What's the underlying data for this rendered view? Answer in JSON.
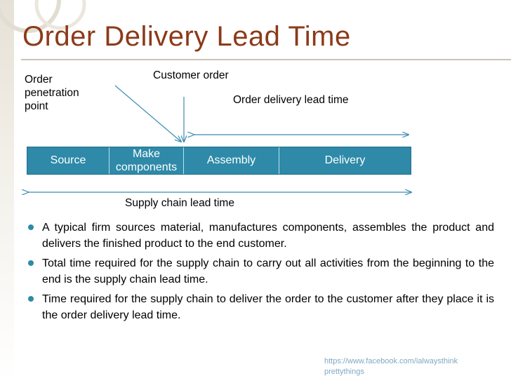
{
  "title": "Order Delivery Lead Time",
  "labels": {
    "order_penetration": "Order penetration point",
    "customer_order": "Customer order",
    "order_delivery_lead_time": "Order delivery lead time",
    "supply_chain_lead_time": "Supply chain lead time"
  },
  "chain": [
    "Source",
    "Make components",
    "Assembly",
    "Delivery"
  ],
  "bullets": [
    "A typical firm sources material, manufactures components, assembles the product and delivers the finished product to the end customer.",
    "Total time required for the supply chain to carry out all activities from the beginning to the end is the supply chain lead time.",
    "Time required for the supply chain to deliver the order to the customer after they place it is the order delivery lead time."
  ],
  "footer": "https://www.facebook.com/ialwaysthink prettythings",
  "colors": {
    "title": "#8c3a1a",
    "chain_fill": "#2e8aa8",
    "bullet": "#2e8aa8",
    "footer": "#7fa8c4"
  }
}
